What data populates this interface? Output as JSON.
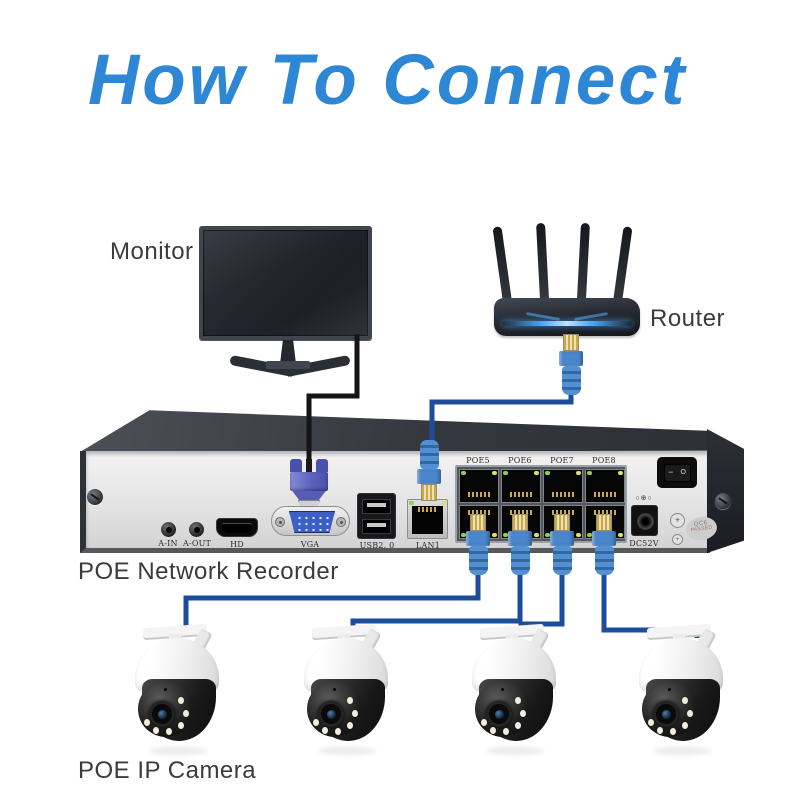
{
  "title": "How To Connect",
  "labels": {
    "monitor": "Monitor",
    "router": "Router",
    "recorder": "POE Network Recorder",
    "camera": "POE IP Camera"
  },
  "recorder_panel": {
    "audio_in": "A-IN",
    "audio_out": "A-OUT",
    "hdmi": "HD",
    "vga": "VGA",
    "usb": "USB2. 0",
    "lan": "LAN1",
    "poe_ports": [
      "POE5",
      "POE6",
      "POE7",
      "POE8"
    ],
    "dc": "DC52V",
    "qc_sticker": {
      "line1": "QC6",
      "line2": "PASSED"
    },
    "power_switch": {
      "on_mark": "−",
      "off_mark": "O"
    },
    "icons": {
      "polarity": "○⊕○",
      "torx_screw": "✳",
      "phillips_screw": "+"
    }
  },
  "cameras": {
    "count": 4
  },
  "colors": {
    "title_blue": "#2d87d4",
    "cable_blue": "#1c4c9c",
    "plug_blue": "#4a86cb",
    "label_gray": "#3b3b3b",
    "vga_purple": "#5d63c0",
    "router_glow": "#47a4f5",
    "led_green": "#8bd44a",
    "led_yellow": "#d7e26b"
  }
}
